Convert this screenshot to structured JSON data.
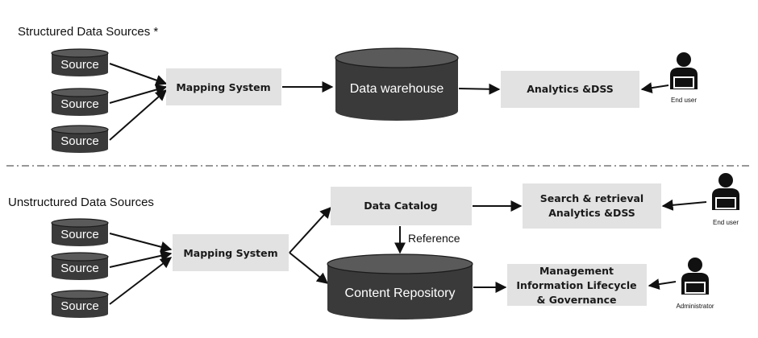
{
  "structured": {
    "title": "Structured Data Sources *",
    "sources": [
      "Source",
      "Source",
      "Source"
    ],
    "mapping": "Mapping System",
    "warehouse": "Data warehouse",
    "analytics": "Analytics &DSS",
    "user": "End user"
  },
  "unstructured": {
    "title": "Unstructured Data Sources",
    "sources": [
      "Source",
      "Source",
      "Source"
    ],
    "mapping": "Mapping System",
    "catalog": "Data Catalog",
    "reference": "Reference",
    "repository": "Content Repository",
    "search_line1": "Search & retrieval",
    "search_line2": "Analytics &DSS",
    "mgmt_line1": "Management",
    "mgmt_line2": "Information Lifecycle",
    "mgmt_line3": "& Governance",
    "user": "End user",
    "admin": "Administrator"
  }
}
